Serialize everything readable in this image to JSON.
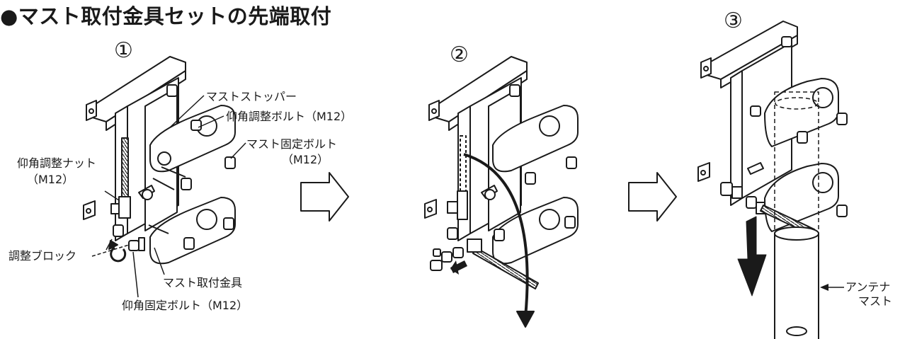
{
  "title": "●マスト取付金具セットの先端取付",
  "steps": [
    "①",
    "②",
    "③"
  ],
  "labels": {
    "mast_stopper": "マストストッパー",
    "elev_adjust_bolt": "仰角調整ボルト（M12）",
    "mast_fix_bolt_1": "マスト固定ボルト",
    "mast_fix_bolt_2": "（M12）",
    "elev_adjust_nut_1": "仰角調整ナット",
    "elev_adjust_nut_2": "（M12）",
    "adjust_block": "調整ブロック",
    "mast_mount_bracket": "マスト取付金具",
    "elev_fix_bolt": "仰角固定ボルト（M12）",
    "antenna_mast_1": "アンテナ",
    "antenna_mast_2": "マスト"
  }
}
